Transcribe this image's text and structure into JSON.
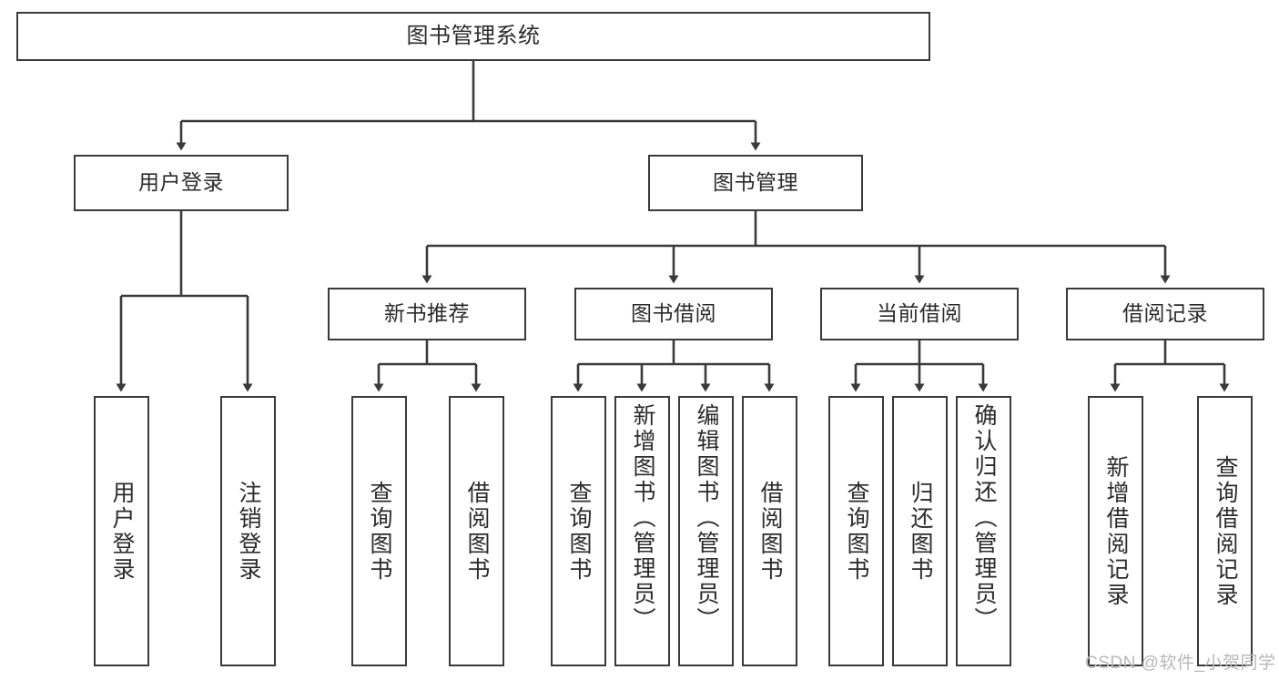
{
  "diagram": {
    "type": "hierarchy-tree",
    "title": "图书管理系统",
    "watermark": "CSDN @软件_小贺同学",
    "colors": {
      "border": "#3a3a3a",
      "background": "#ffffff",
      "text": "#2b2b2b",
      "watermark": "#b8b8b8"
    },
    "nodes": {
      "root": {
        "label": "图书管理系统"
      },
      "level2": [
        {
          "label": "用户登录"
        },
        {
          "label": "图书管理"
        }
      ],
      "level3": [
        {
          "label": "新书推荐"
        },
        {
          "label": "图书借阅"
        },
        {
          "label": "当前借阅"
        },
        {
          "label": "借阅记录"
        }
      ],
      "leaves": {
        "user_login": [
          {
            "label": "用户登录"
          },
          {
            "label": "注销登录"
          }
        ],
        "new_book": [
          {
            "label": "查询图书"
          },
          {
            "label": "借阅图书"
          }
        ],
        "book_borrow": [
          {
            "label": "查询图书"
          },
          {
            "label": "新增图书（管理员）"
          },
          {
            "label": "编辑图书（管理员）"
          },
          {
            "label": "借阅图书"
          }
        ],
        "current_borrow": [
          {
            "label": "查询图书"
          },
          {
            "label": "归还图书"
          },
          {
            "label": "确认归还（管理员）"
          }
        ],
        "borrow_record": [
          {
            "label": "新增借阅记录"
          },
          {
            "label": "查询借阅记录"
          }
        ]
      }
    }
  }
}
